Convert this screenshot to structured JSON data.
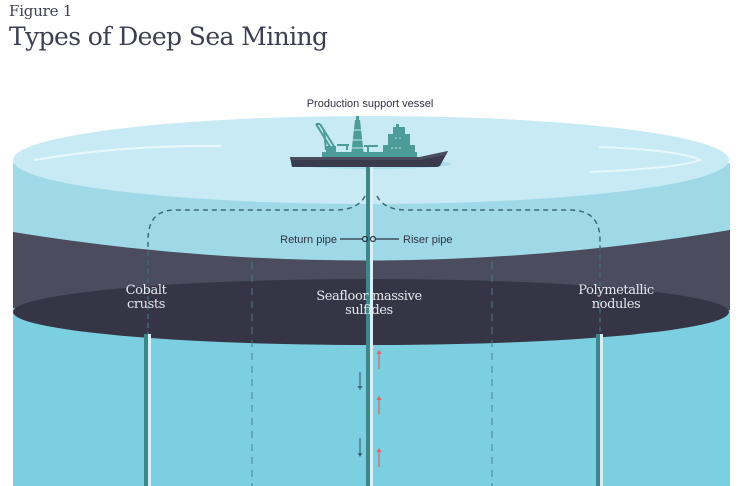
{
  "figure": {
    "label": "Figure 1",
    "title": "Types of Deep Sea Mining"
  },
  "vessel": {
    "label": "Production support vessel"
  },
  "pipes": {
    "return_label": "Return pipe",
    "riser_label": "Riser pipe"
  },
  "mining_types": [
    {
      "line1": "Cobalt",
      "line2": "crusts"
    },
    {
      "line1": "Seafloor massive",
      "line2": "sulfides"
    },
    {
      "line1": "Polymetallic",
      "line2": "nodules"
    }
  ],
  "flow": {
    "down_arrow_color": "#3d6a78",
    "up_arrow_color": "#e0625c"
  },
  "colors": {
    "sea_top": "#c7eaf5",
    "sea_upper": "#9fd9e7",
    "sea_deep": "#7bcfe0",
    "seabed_band": "#4b4c5d",
    "seabed_dark": "#353546",
    "pipe_dark": "#3d878b",
    "pipe_light": "#d8f0f5",
    "vessel_hull": "#3a3b4c",
    "vessel_structure": "#4b9c9a"
  }
}
